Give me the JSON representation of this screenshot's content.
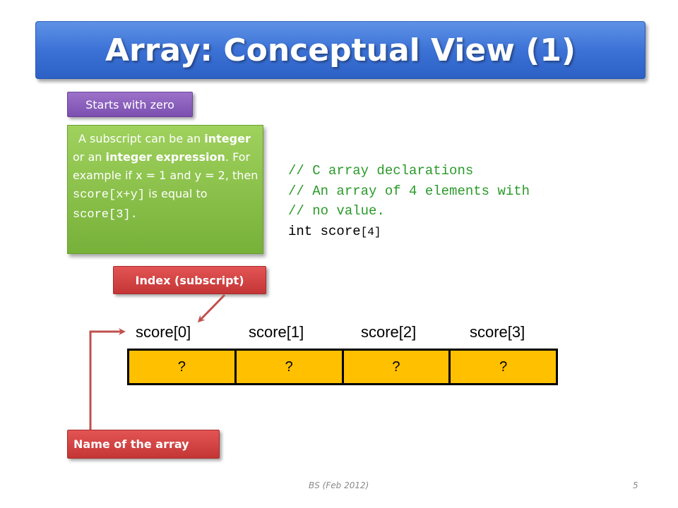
{
  "title": "Array: Conceptual View (1)",
  "tags": {
    "starts_with_zero": "Starts with zero",
    "index_subscript": "Index (subscript)",
    "name_of_array": "Name of the array"
  },
  "note": {
    "t1": "A subscript can be an ",
    "b1": "integer",
    "t2": " or an ",
    "b2": "integer expression",
    "t3": ". For example if x = 1 and y = 2, then ",
    "code1": "score[x+y]",
    "t4": " is equal to ",
    "code2": "score[3]",
    "t5": "."
  },
  "code": {
    "line1": "// C array declarations",
    "line2": "// An array of 4 elements with",
    "line3": "// no value.",
    "line4_kw": "int score",
    "line4_idx": "[4]"
  },
  "array": {
    "labels": [
      "score[0]",
      "score[1]",
      "score[2]",
      "score[3]"
    ],
    "cells": [
      "?",
      "?",
      "?",
      "?"
    ],
    "fill_color": "#ffc000"
  },
  "footer": {
    "center": "BS (Feb 2012)",
    "page_number": "5"
  },
  "colors": {
    "title_blue": "#3c72d6",
    "tag_purple": "#7b4fb0",
    "tag_red": "#c43636",
    "note_green": "#77b13a",
    "arrow_red": "#c0504d",
    "code_comment_green": "#2a9a2a"
  }
}
